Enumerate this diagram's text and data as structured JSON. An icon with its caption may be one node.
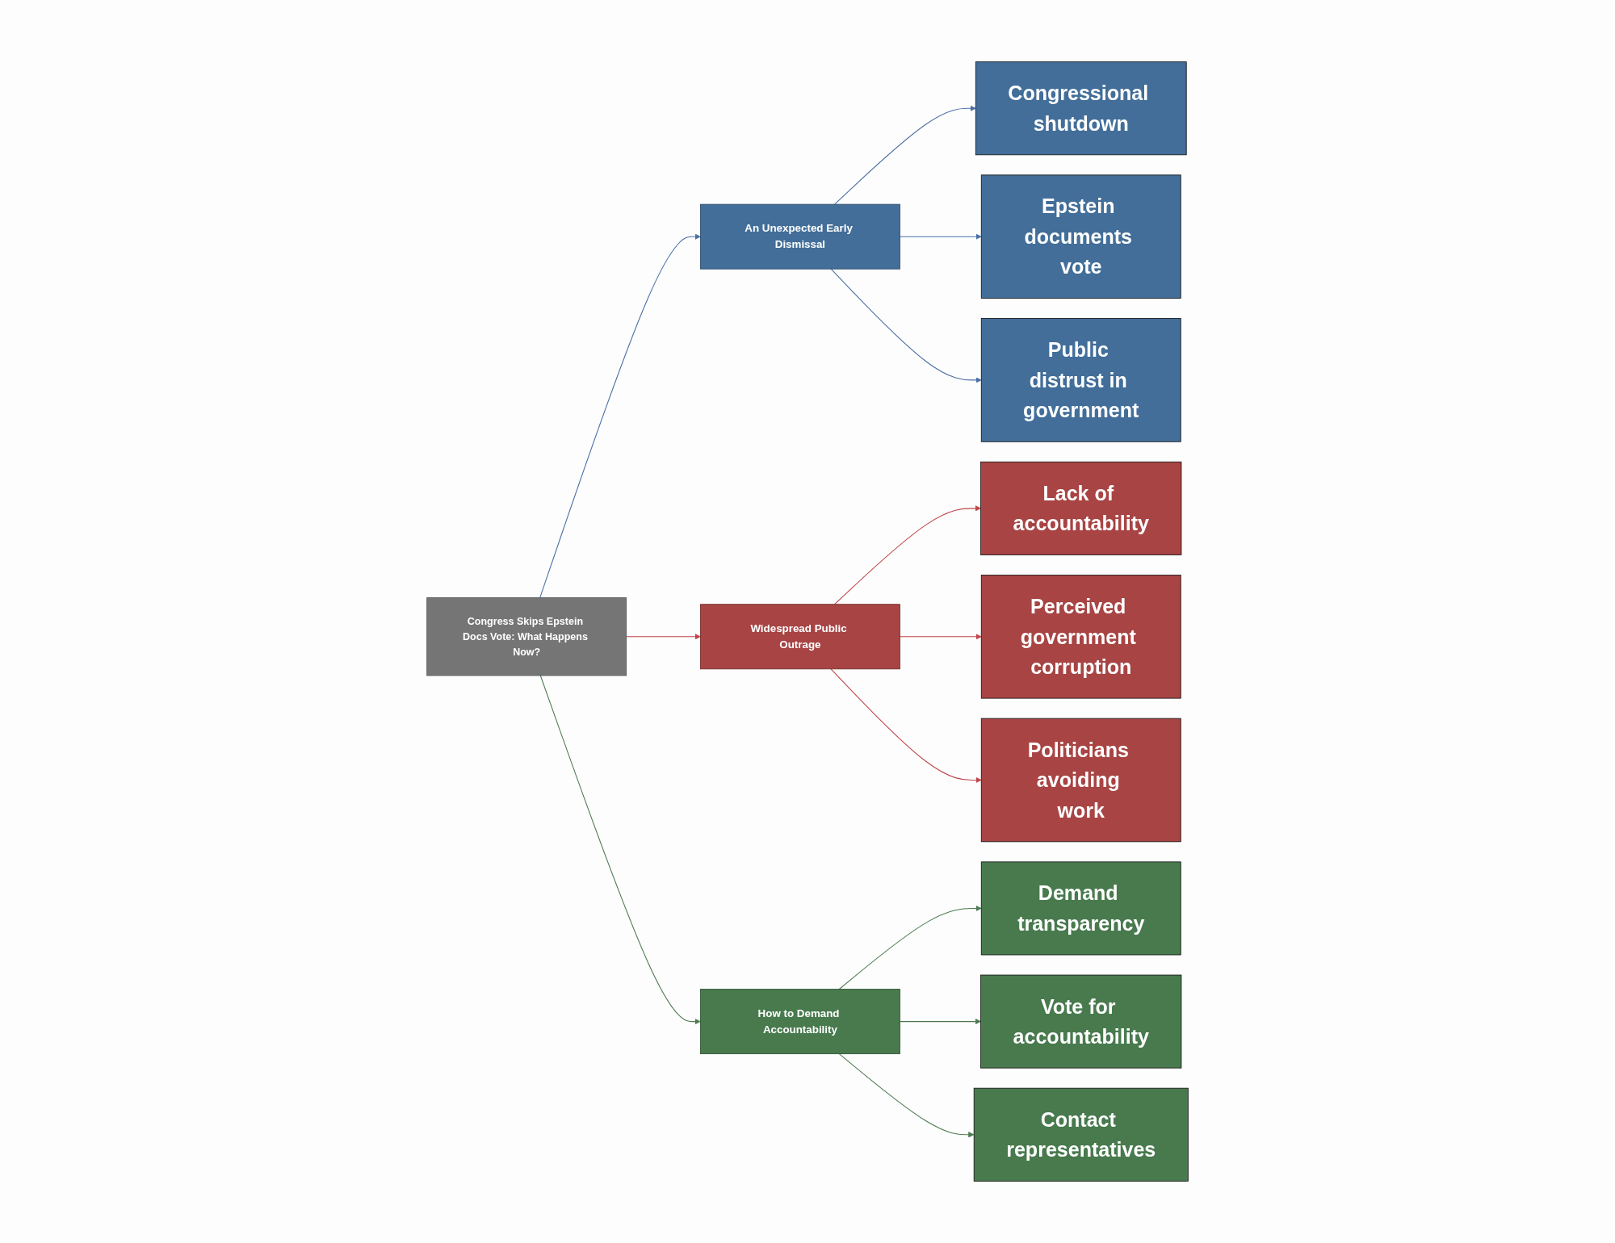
{
  "diagram": {
    "nodes": [
      {
        "text": [
          "Congress Skips Epstein Docs Vote: What Happens Now?"
        ]
      },
      {
        "text": [
          "An Unexpected Early Dismissal"
        ]
      },
      {
        "text": [
          "Congressional shutdown"
        ]
      },
      {
        "text": [
          "Epstein documents vote"
        ]
      },
      {
        "text": [
          "Public distrust in government"
        ]
      },
      {
        "text": [
          "Widespread Public Outrage"
        ]
      },
      {
        "text": [
          "Lack of accountability"
        ]
      },
      {
        "text": [
          "Perceived government corruption"
        ]
      },
      {
        "text": [
          "Politicians avoiding work"
        ]
      },
      {
        "text": [
          "How to Demand Accountability"
        ]
      },
      {
        "text": [
          "Demand transparency"
        ]
      },
      {
        "text": [
          "Vote for accountability"
        ]
      },
      {
        "text": [
          "Contact representatives"
        ]
      }
    ],
    "edges": [
      {
        "from": 0,
        "to": 1,
        "arrow": "to",
        "color": "#4a6fa5"
      },
      {
        "from": 1,
        "to": 2,
        "arrow": "to",
        "color": "#4a6fa5"
      },
      {
        "from": 1,
        "to": 3,
        "arrow": "to",
        "color": "#4a6fa5"
      },
      {
        "from": 1,
        "to": 4,
        "arrow": "to",
        "color": "#4a6fa5"
      },
      {
        "from": 0,
        "to": 5,
        "arrow": "to",
        "color": "#c0444a"
      },
      {
        "from": 5,
        "to": 6,
        "arrow": "to",
        "color": "#c0444a"
      },
      {
        "from": 5,
        "to": 7,
        "arrow": "to",
        "color": "#c0444a"
      },
      {
        "from": 5,
        "to": 8,
        "arrow": "to",
        "color": "#c0444a"
      },
      {
        "from": 0,
        "to": 9,
        "arrow": "to",
        "color": "#4e7a52"
      },
      {
        "from": 9,
        "to": 10,
        "arrow": "to",
        "color": "#4e7a52"
      },
      {
        "from": 9,
        "to": 11,
        "arrow": "to",
        "color": "#4e7a52"
      },
      {
        "from": 9,
        "to": 12,
        "arrow": "to",
        "color": "#4e7a52"
      }
    ]
  }
}
